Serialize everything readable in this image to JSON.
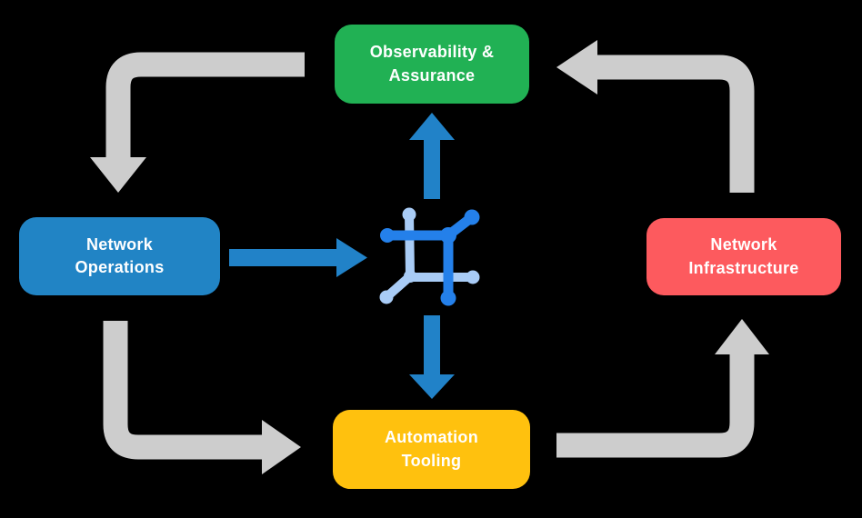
{
  "diagram": {
    "description": "Network automation cycle diagram",
    "colors": {
      "background": "#000000",
      "arrow_gray": "#CDCDCD",
      "arrow_blue": "#2182C8",
      "icon_dark_blue": "#2480EA",
      "icon_light_blue": "#A9CCF6",
      "text": "#FFFFFF"
    },
    "nodes": [
      {
        "id": "observability-assurance",
        "label": "Observability &\nAssurance",
        "color": "#21B154",
        "position": "top"
      },
      {
        "id": "network-operations",
        "label": "Network\nOperations",
        "color": "#2184C5",
        "position": "left"
      },
      {
        "id": "network-infrastructure",
        "label": "Network\nInfrastructure",
        "color": "#FD5A5E",
        "position": "right"
      },
      {
        "id": "automation-tooling",
        "label": "Automation\nTooling",
        "color": "#FFC10E",
        "position": "bottom"
      }
    ],
    "center_icon": {
      "name": "network-automation-icon"
    },
    "flows": {
      "gray_cycle": [
        {
          "from": "observability-assurance",
          "to": "network-operations"
        },
        {
          "from": "network-operations",
          "to": "automation-tooling"
        },
        {
          "from": "automation-tooling",
          "to": "network-infrastructure"
        },
        {
          "from": "network-infrastructure",
          "to": "observability-assurance"
        }
      ],
      "blue_flows": [
        {
          "from": "network-operations",
          "to": "center-icon"
        },
        {
          "from": "center-icon",
          "to": "observability-assurance"
        },
        {
          "from": "center-icon",
          "to": "automation-tooling"
        }
      ]
    }
  }
}
